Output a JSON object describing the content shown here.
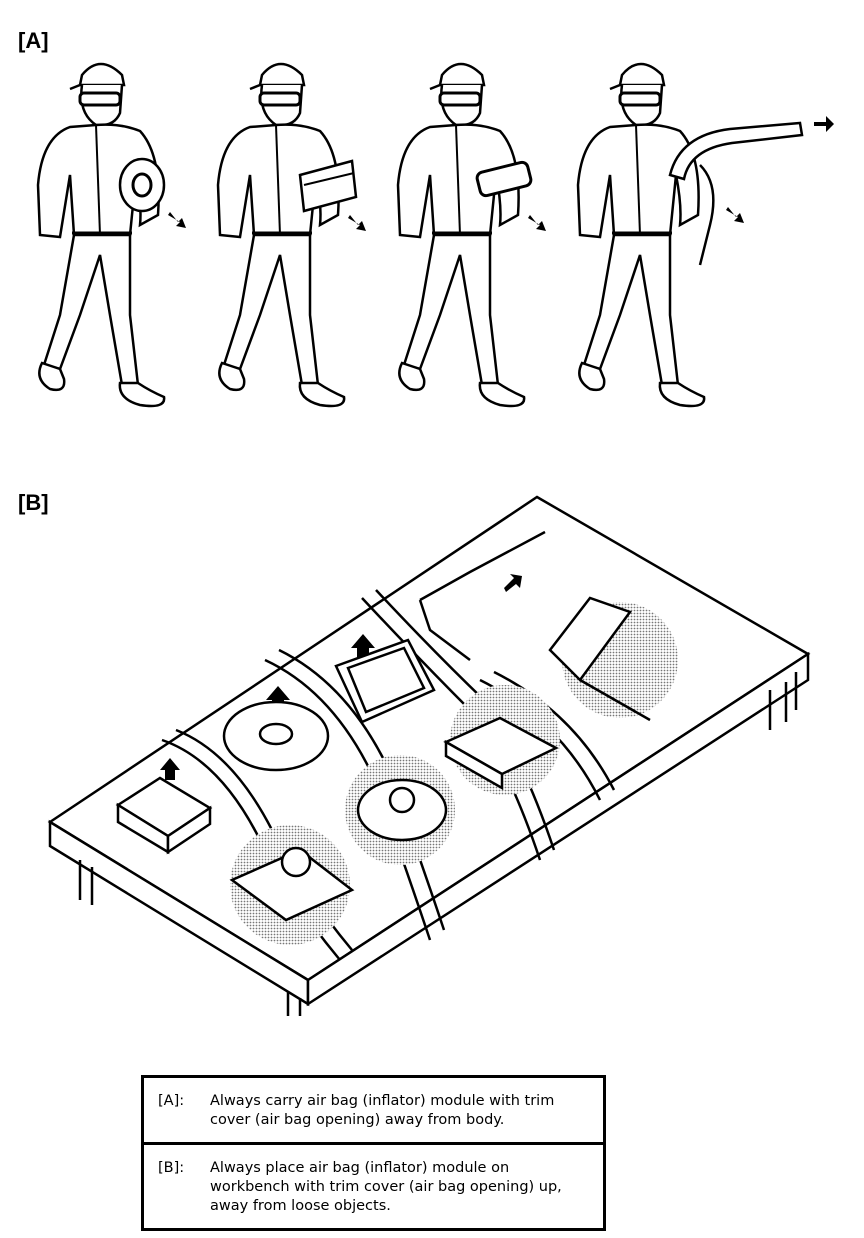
{
  "sections": {
    "a": {
      "label": "[A]"
    },
    "b": {
      "label": "[B]"
    }
  },
  "legend": [
    {
      "key": "[A]:",
      "text": "Always carry air bag (inflator) module with trim cover (air bag opening) away from body."
    },
    {
      "key": "[B]:",
      "text": "Always place air bag (inflator) module on workbench with trim cover (air bag opening) up, away from loose objects."
    }
  ],
  "colors": {
    "ink": "#000000",
    "paper": "#ffffff",
    "halftone": "#9a9a9a"
  }
}
